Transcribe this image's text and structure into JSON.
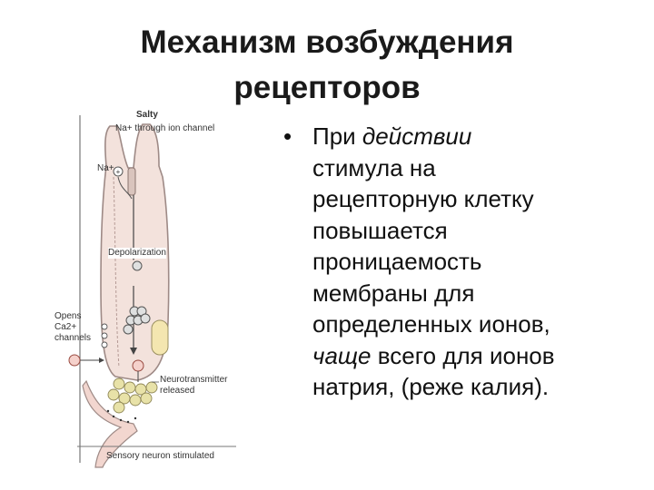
{
  "slide": {
    "title_lines": [
      "Механизм возбуждения",
      "рецепторов"
    ],
    "bullet_symbol": "•",
    "bullet_lines": [
      {
        "pre": "При ",
        "em": "действии",
        "post": ""
      },
      {
        "pre": "стимула на",
        "em": "",
        "post": ""
      },
      {
        "pre": "рецепторную клетку",
        "em": "",
        "post": ""
      },
      {
        "pre": "повышается",
        "em": "",
        "post": ""
      },
      {
        "pre": "проницаемость",
        "em": "",
        "post": ""
      },
      {
        "pre": "мембраны для",
        "em": "",
        "post": ""
      },
      {
        "pre": "определенных ионов,",
        "em": "",
        "post": ""
      },
      {
        "pre": "",
        "em": "чаще",
        "post": " всего для ионов"
      },
      {
        "pre": "натрия, (реже калия).",
        "em": "",
        "post": ""
      }
    ]
  },
  "figure": {
    "labels": {
      "salty": "Salty",
      "na_channel": "Na+ through ion channel",
      "na_ion": "Na+",
      "depolarization": "Depolarization",
      "opens": "Opens",
      "ca": "Ca2+",
      "channels": "channels",
      "neurotransmitter": "Neurotransmitter",
      "released": "released",
      "sensory": "Sensory neuron stimulated"
    },
    "colors": {
      "cell_fill": "#f3e2dc",
      "cell_outline": "#9e8a86",
      "nucleus": "#f4e6b0",
      "vesicle": "#e8e2a8",
      "neuron": "#f2d6cf"
    }
  }
}
